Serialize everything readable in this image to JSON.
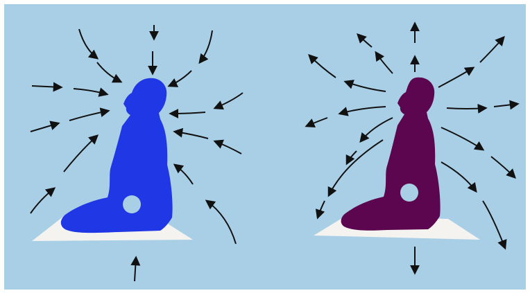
{
  "illustration": {
    "background_color": "#a9cfe6",
    "panels": [
      {
        "id": "left",
        "figure_color": "#1f37e4",
        "mat_color": "#f4f3ef",
        "arrow_direction": "inward",
        "arrow_icon": "arrow-inward-icon"
      },
      {
        "id": "right",
        "figure_color": "#5d0650",
        "mat_color": "#f4f3ef",
        "arrow_direction": "outward",
        "arrow_icon": "arrow-outward-icon"
      }
    ]
  }
}
